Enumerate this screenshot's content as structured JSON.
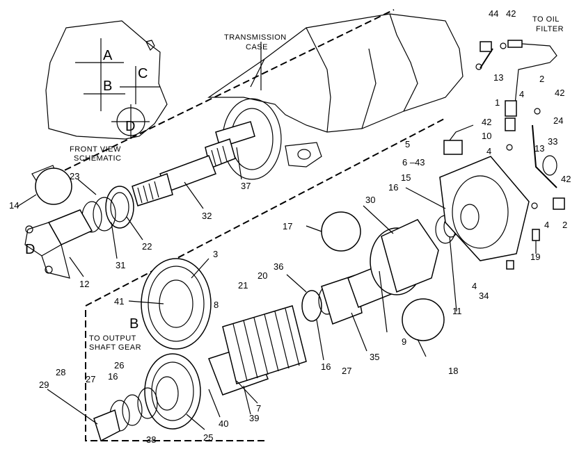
{
  "captions": {
    "transmission_case_1": "TRANSMISSION",
    "transmission_case_2": "CASE",
    "to_oil_filter_1": "TO OIL",
    "to_oil_filter_2": "FILTER",
    "front_view_1": "FRONT VIEW",
    "front_view_2": "SCHEMATIC",
    "output_gear_1": "TO OUTPUT",
    "output_gear_2": "SHAFT GEAR"
  },
  "schematic_letters": {
    "a": "A",
    "b": "B",
    "c": "C",
    "d": "D"
  },
  "view_letters": {
    "b": "B",
    "d": "D"
  },
  "callouts": {
    "n44": "44",
    "n42a": "42",
    "n13a": "13",
    "n1": "1",
    "n4a": "4",
    "n2a": "2",
    "n42b": "42",
    "n24": "24",
    "n42c": "42",
    "n10": "10",
    "n4b": "4",
    "n5": "5",
    "n6_43": "6 –43",
    "n13b": "13",
    "n33": "33",
    "n42d": "42",
    "n16a": "16",
    "n15": "15",
    "n30": "30",
    "n4c": "4",
    "n2b": "2",
    "n17": "17",
    "n19": "19",
    "n11": "11",
    "n4d": "4",
    "n34": "34",
    "n23": "23",
    "n14": "14",
    "n37": "37",
    "n32": "32",
    "n22": "22",
    "n31": "31",
    "n12": "12",
    "n3": "3",
    "n41": "41",
    "n36": "36",
    "n21": "21",
    "n20": "20",
    "n8": "8",
    "n9": "9",
    "n18": "18",
    "n16b": "16",
    "n27a": "27",
    "n35": "35",
    "n26": "26",
    "n28": "28",
    "n27b": "27",
    "n16c": "16",
    "n29": "29",
    "n38": "38",
    "n25": "25",
    "n40": "40",
    "n39": "39",
    "n7": "7"
  }
}
